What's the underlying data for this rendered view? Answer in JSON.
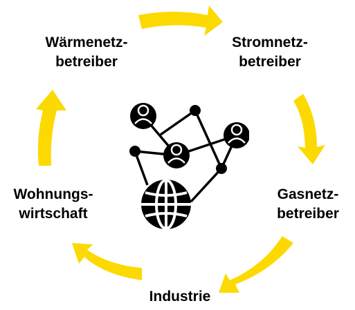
{
  "colors": {
    "arrow": "#FCD900",
    "icon": "#000000",
    "text": "#000000",
    "background": "#FFFFFF"
  },
  "nodes": [
    {
      "id": "waerme",
      "lines": [
        "Wärmenetz-",
        "betreiber"
      ]
    },
    {
      "id": "strom",
      "lines": [
        "Stromnetz-",
        "betreiber"
      ]
    },
    {
      "id": "gas",
      "lines": [
        "Gasnetz-",
        "betreiber"
      ]
    },
    {
      "id": "industrie",
      "lines": [
        "Industrie"
      ]
    },
    {
      "id": "wohnung",
      "lines": [
        "Wohnungs-",
        "wirtschaft"
      ]
    }
  ],
  "center_icon": {
    "name": "network-people-globe-icon"
  }
}
